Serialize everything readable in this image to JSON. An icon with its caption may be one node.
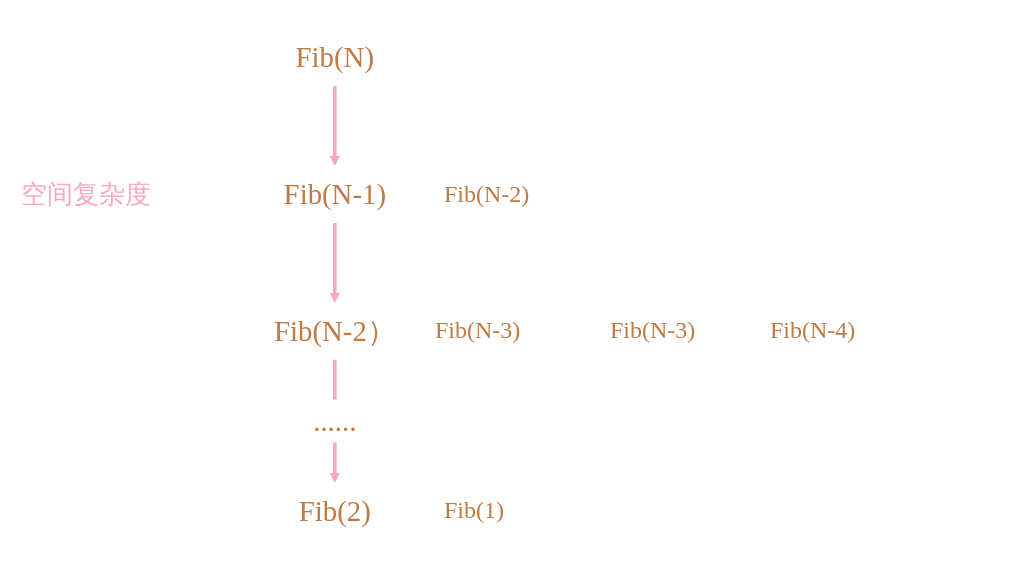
{
  "diagram": {
    "nodes": [
      {
        "text": [
          "Fib(N)"
        ]
      },
      {
        "text": [
          "Fib(N-1)"
        ]
      },
      {
        "text": [
          "Fib(N-2）"
        ]
      },
      {
        "text": [
          "Fib(2)"
        ]
      }
    ],
    "edges": [
      {
        "from": 0,
        "to": 1,
        "arrow": "to"
      },
      {
        "from": 1,
        "to": 2,
        "arrow": "to"
      },
      {
        "from": 2,
        "to": 3,
        "arrow": "to",
        "label": "......"
      }
    ],
    "labels": [
      "空间复杂度",
      "Fib(N-2)",
      "Fib(N-3)",
      "Fib(N-3)",
      "Fib(N-4)",
      "Fib(1)"
    ]
  }
}
